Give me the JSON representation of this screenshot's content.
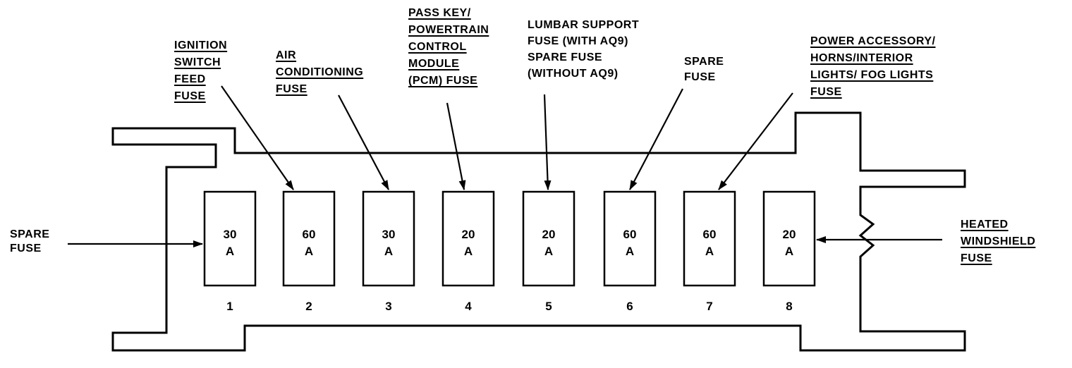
{
  "fuses": [
    {
      "position": "1",
      "rating": "30",
      "unit": "A"
    },
    {
      "position": "2",
      "rating": "60",
      "unit": "A"
    },
    {
      "position": "3",
      "rating": "30",
      "unit": "A"
    },
    {
      "position": "4",
      "rating": "20",
      "unit": "A"
    },
    {
      "position": "5",
      "rating": "20",
      "unit": "A"
    },
    {
      "position": "6",
      "rating": "60",
      "unit": "A"
    },
    {
      "position": "7",
      "rating": "60",
      "unit": "A"
    },
    {
      "position": "8",
      "rating": "20",
      "unit": "A"
    }
  ],
  "callouts": [
    {
      "target": "1",
      "lines": [
        "SPARE",
        "FUSE"
      ]
    },
    {
      "target": "2",
      "lines": [
        "IGNITION",
        "SWITCH",
        "FEED",
        "FUSE"
      ]
    },
    {
      "target": "3",
      "lines": [
        "AIR",
        "CONDITIONING",
        "FUSE"
      ]
    },
    {
      "target": "4",
      "lines": [
        "PASS KEY/",
        "POWERTRAIN",
        "CONTROL",
        "MODULE",
        "(PCM) FUSE"
      ]
    },
    {
      "target": "5",
      "lines": [
        "LUMBAR SUPPORT",
        "FUSE (WITH AQ9)",
        "SPARE FUSE",
        "(WITHOUT AQ9)"
      ]
    },
    {
      "target": "6",
      "lines": [
        "SPARE",
        "FUSE"
      ]
    },
    {
      "target": "7",
      "lines": [
        "POWER ACCESSORY/",
        "HORNS/INTERIOR",
        "LIGHTS/ FOG LIGHTS",
        "FUSE"
      ]
    },
    {
      "target": "8",
      "lines": [
        "HEATED",
        "WINDSHIELD",
        "FUSE"
      ]
    }
  ],
  "colors": {
    "line": "#000000",
    "background": "#ffffff"
  }
}
